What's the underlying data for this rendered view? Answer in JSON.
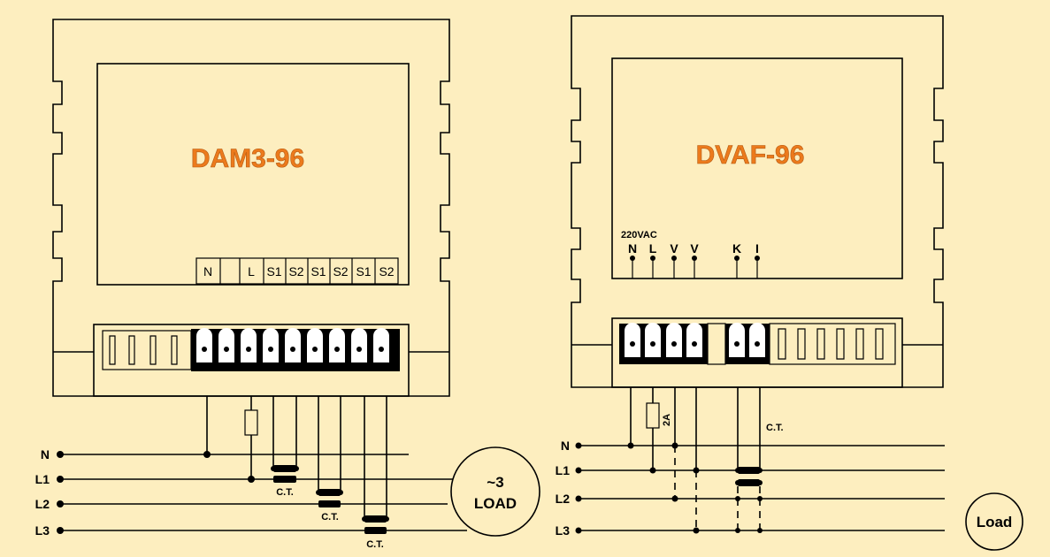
{
  "left_device": {
    "title": "DAM3-96",
    "terminals": [
      "N",
      "",
      "L",
      "S1",
      "S2",
      "S1",
      "S2",
      "S1",
      "S2"
    ],
    "lines": [
      "N",
      "L1",
      "L2",
      "L3"
    ],
    "ct_labels": [
      "C.T.",
      "C.T.",
      "C.T."
    ],
    "load_line1": "~3",
    "load_line2": "LOAD"
  },
  "right_device": {
    "title": "DVAF-96",
    "supply_label": "220VAC",
    "terminals": [
      "N",
      "L",
      "V",
      "V",
      "K",
      "I"
    ],
    "fuse_label": "2A",
    "ct_label": "C.T.",
    "lines": [
      "N",
      "L1",
      "L2",
      "L3"
    ],
    "load_label": "Load"
  },
  "colors": {
    "background": "#fdeebf",
    "title": "#ec7a1c",
    "line": "#000000"
  }
}
